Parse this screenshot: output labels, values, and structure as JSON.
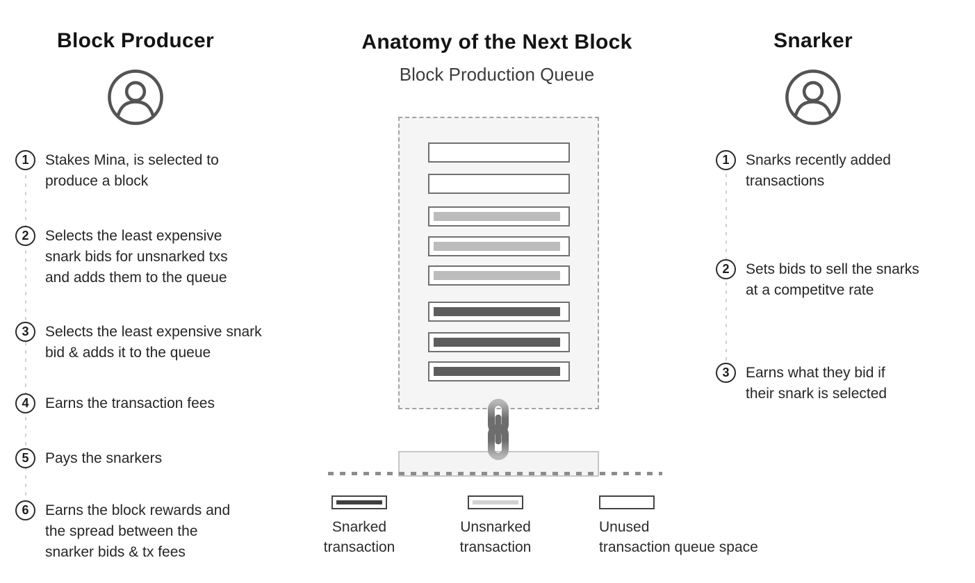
{
  "colors": {
    "snarked_bar": "#5d5d5d",
    "unsnarked_bar": "#bcbcbc",
    "legend_snarked_bar": "#3f3f3f",
    "legend_unsnarked_bar": "#d2d2d2",
    "queue_background": "#f5f5f5",
    "dashed_border": "#a3a3a3"
  },
  "producer": {
    "title": "Block Producer",
    "steps": [
      {
        "num": "1",
        "lines": [
          "Stakes Mina, is selected to",
          "produce a block"
        ]
      },
      {
        "num": "2",
        "lines": [
          "Selects the least expensive",
          "snark bids for unsnarked txs",
          "and adds them to the queue"
        ]
      },
      {
        "num": "3",
        "lines": [
          "Selects the least expensive snark",
          "bid & adds it to the queue"
        ]
      },
      {
        "num": "4",
        "lines": [
          "Earns the transaction fees"
        ]
      },
      {
        "num": "5",
        "lines": [
          "Pays the snarkers"
        ]
      },
      {
        "num": "6",
        "lines": [
          "Earns the block rewards and",
          "the spread between the",
          "snarker bids & tx fees"
        ]
      }
    ]
  },
  "center": {
    "title": "Anatomy of the Next Block",
    "subtitle": "Block Production Queue",
    "queue_rows": [
      "unused",
      "unused",
      "unsnarked",
      "unsnarked",
      "unsnarked",
      "snarked",
      "snarked",
      "snarked"
    ],
    "legend": [
      {
        "type": "snarked",
        "lines": [
          "Snarked",
          "transaction"
        ]
      },
      {
        "type": "unsnarked",
        "lines": [
          "Unsnarked",
          "transaction"
        ]
      },
      {
        "type": "unused",
        "lines": [
          "Unused",
          "transaction queue space"
        ]
      }
    ]
  },
  "snarker": {
    "title": "Snarker",
    "steps": [
      {
        "num": "1",
        "lines": [
          "Snarks recently added",
          "transactions"
        ]
      },
      {
        "num": "2",
        "lines": [
          "Sets bids to sell the snarks",
          "at a competitve rate"
        ]
      },
      {
        "num": "3",
        "lines": [
          "Earns what they bid if",
          "their snark is selected"
        ]
      }
    ]
  }
}
